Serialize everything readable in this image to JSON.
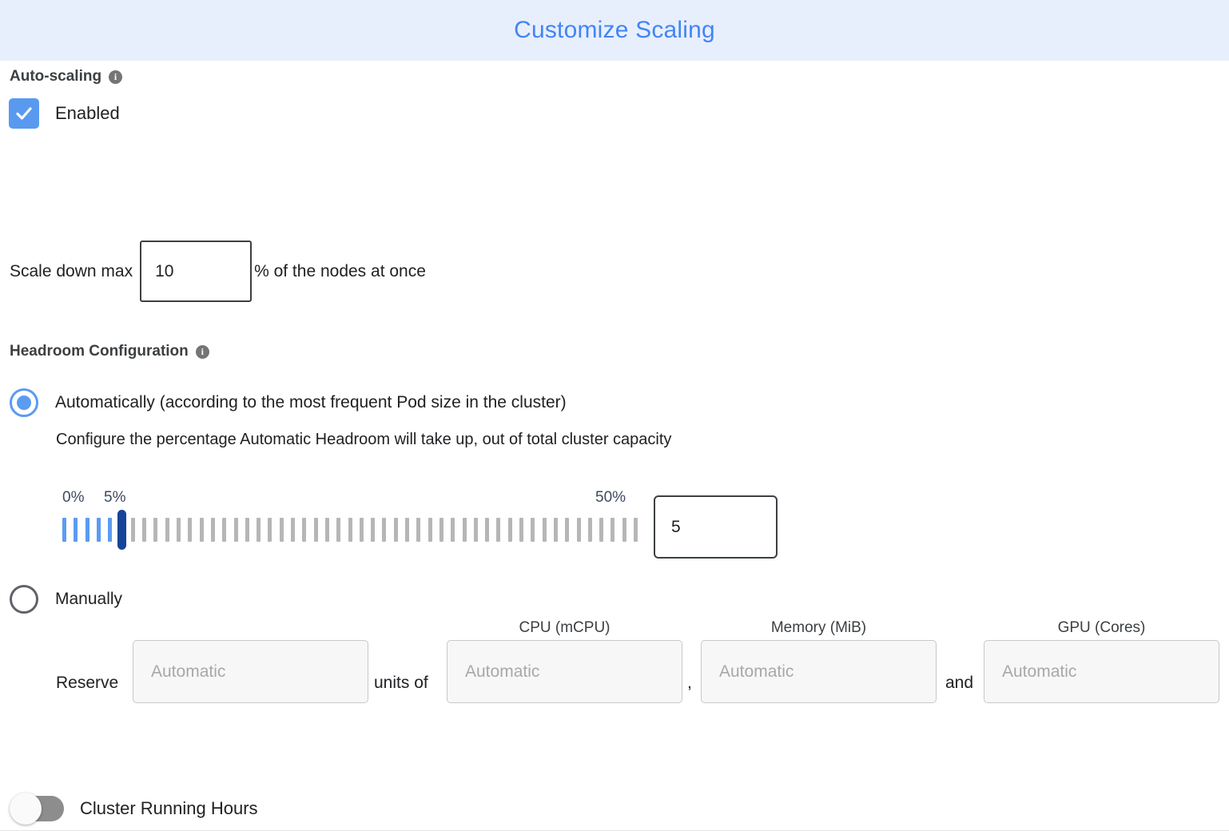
{
  "header": {
    "title": "Customize Scaling",
    "background_color": "#e8effc",
    "title_color": "#4285f4"
  },
  "autoscaling": {
    "heading": "Auto-scaling",
    "info_icon": "info-icon",
    "enabled_checkbox": {
      "label": "Enabled",
      "checked": true,
      "color": "#599af0"
    },
    "scale_down": {
      "prefix_label": "Scale down max",
      "value": "10",
      "suffix_label": "% of the nodes at once"
    }
  },
  "headroom": {
    "heading": "Headroom Configuration",
    "info_icon": "info-icon",
    "mode_selected": "automatic",
    "automatic": {
      "label": "Automatically (according to the most frequent Pod size in the cluster)",
      "description": "Configure the percentage Automatic Headroom will take up, out of total cluster capacity",
      "slider": {
        "min_label": "0%",
        "current_label": "5%",
        "max_label": "50%",
        "min": 0,
        "max": 50,
        "value": 5,
        "tick_count": 51,
        "active_color": "#5b9bf2",
        "inactive_color": "#b6b6b6",
        "thumb_color": "#16449a"
      },
      "value_input": "5"
    },
    "manual": {
      "label": "Manually",
      "reserve_word": "Reserve",
      "units_of_word": "units of",
      "comma_word": ",",
      "and_word": "and",
      "fields": [
        {
          "name": "units",
          "label": "",
          "placeholder": "Automatic",
          "value": ""
        },
        {
          "name": "cpu",
          "label": "CPU (mCPU)",
          "placeholder": "Automatic",
          "value": ""
        },
        {
          "name": "memory",
          "label": "Memory (MiB)",
          "placeholder": "Automatic",
          "value": ""
        },
        {
          "name": "gpu",
          "label": "GPU (Cores)",
          "placeholder": "Automatic",
          "value": ""
        }
      ]
    }
  },
  "cluster_running_hours": {
    "label": "Cluster Running Hours",
    "enabled": false,
    "track_color": "#8d8d8d"
  }
}
